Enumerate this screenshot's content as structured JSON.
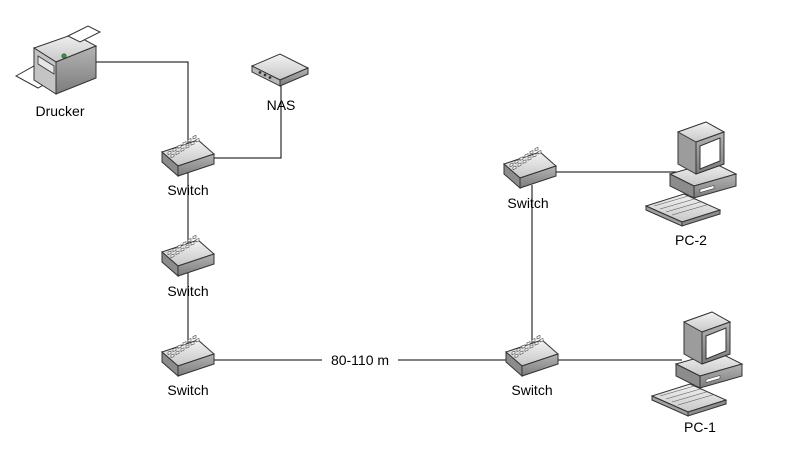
{
  "devices": {
    "printer": {
      "label": "Drucker",
      "icon": "printer-icon"
    },
    "nas": {
      "label": "NAS",
      "icon": "nas-icon"
    },
    "switch_top_left": {
      "label": "Switch",
      "icon": "switch-icon"
    },
    "switch_mid_left": {
      "label": "Switch",
      "icon": "switch-icon"
    },
    "switch_bottom_left": {
      "label": "Switch",
      "icon": "switch-icon"
    },
    "switch_top_right": {
      "label": "Switch",
      "icon": "switch-icon"
    },
    "switch_bottom_right": {
      "label": "Switch",
      "icon": "switch-icon"
    },
    "pc2": {
      "label": "PC-2",
      "icon": "desktop-computer-icon"
    },
    "pc1": {
      "label": "PC-1",
      "icon": "desktop-computer-icon"
    }
  },
  "links": {
    "distance_label": "80-110 m"
  },
  "colors": {
    "device_top": "#dcdcdc",
    "device_front": "#a8a8a8",
    "device_side": "#8a8a8a",
    "screen": "#ffffff",
    "line": "#000000"
  }
}
